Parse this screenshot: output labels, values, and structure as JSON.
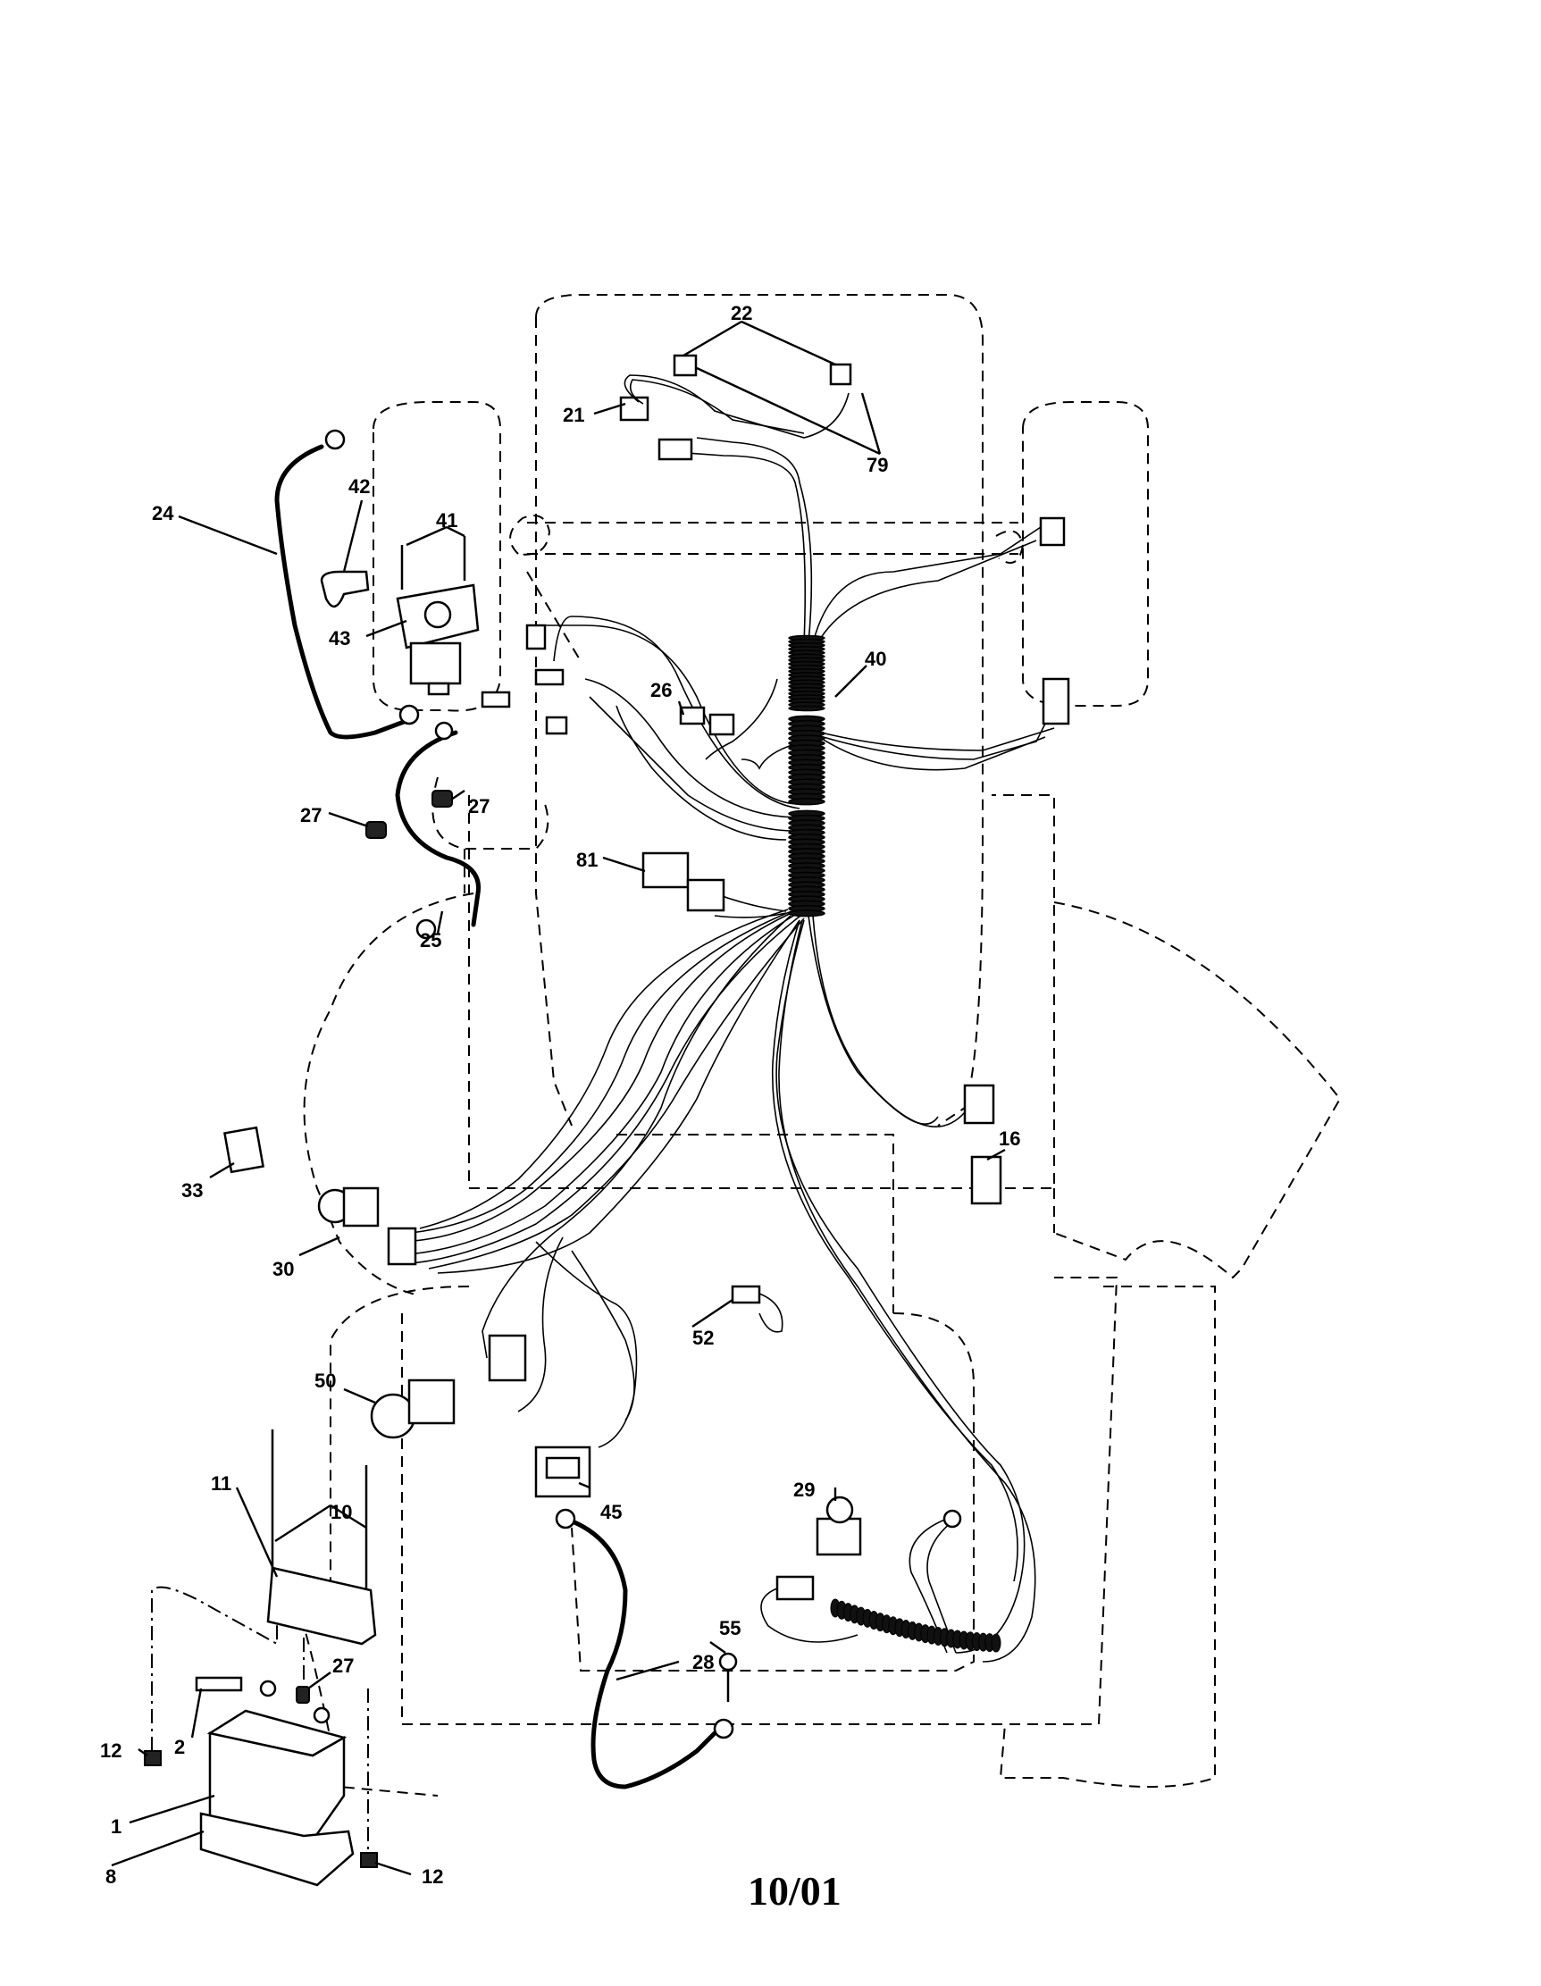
{
  "diagram": {
    "callouts": {
      "c1": "1",
      "c2": "2",
      "c8": "8",
      "c10": "10",
      "c11": "11",
      "c12a": "12",
      "c12b": "12",
      "c16": "16",
      "c21": "21",
      "c22": "22",
      "c24": "24",
      "c25": "25",
      "c26": "26",
      "c27a": "27",
      "c27b": "27",
      "c27c": "27",
      "c28": "28",
      "c29": "29",
      "c30": "30",
      "c33": "33",
      "c40": "40",
      "c41": "41",
      "c42": "42",
      "c43": "43",
      "c45": "45",
      "c50": "50",
      "c52": "52",
      "c55": "55",
      "c79": "79",
      "c81": "81"
    },
    "footer_date": "10/01"
  }
}
